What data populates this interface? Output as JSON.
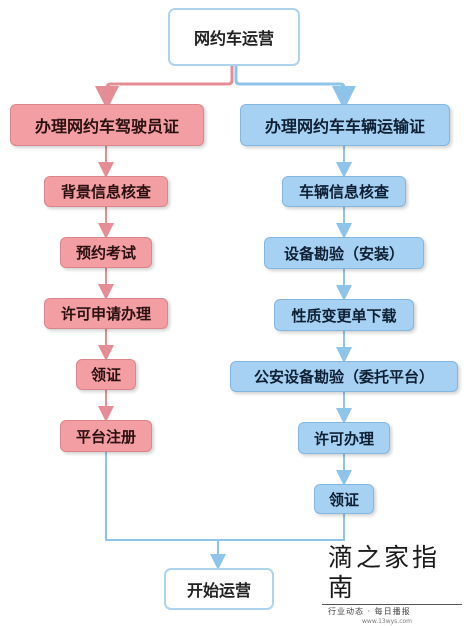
{
  "top": {
    "label": "网约车运营"
  },
  "left_branch": {
    "header": "办理网约车驾驶员证",
    "steps": [
      "背景信息核查",
      "预约考试",
      "许可申请办理",
      "领证",
      "平台注册"
    ]
  },
  "right_branch": {
    "header": "办理网约车车辆运输证",
    "steps": [
      "车辆信息核查",
      "设备勘验（安装）",
      "性质变更单下载",
      "公安设备勘验（委托平台）",
      "许可办理",
      "领证"
    ]
  },
  "end": {
    "label": "开始运营"
  },
  "watermark": {
    "title": "滴之家指南",
    "subtitle": "行业动态 · 每日播报",
    "url": "www.13wys.com"
  },
  "colors": {
    "left_fill": "#f39ea3",
    "right_fill": "#a7d1f3",
    "left_line": "#e58c95",
    "right_line": "#8ec3ea",
    "box_border": "#aed3ee"
  }
}
